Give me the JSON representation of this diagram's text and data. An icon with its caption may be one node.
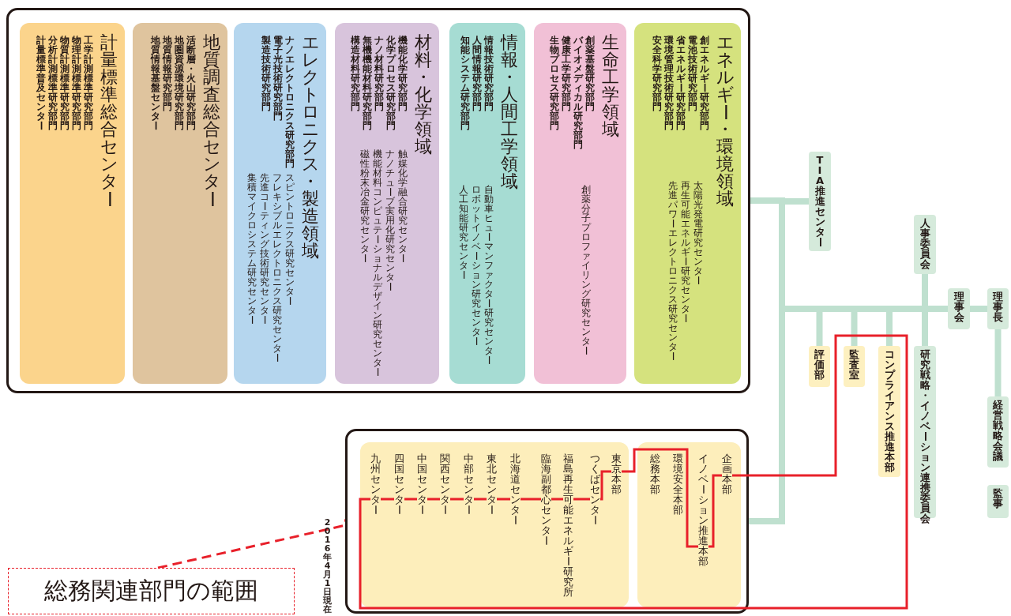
{
  "diagram": {
    "nodes": [
      {
        "text": [],
        "shape": "box"
      },
      {
        "text": [
          "エネルギー・環境領域",
          "創エネルギー研究部門",
          "電池技術研究部門",
          "省エネルギー研究部門",
          "環境管理技術研究部門",
          "安全科学研究部門",
          "太陽光発電研究センター",
          "再生可能エネルギー研究センター",
          "先進パワーエレクトロニクス研究センター"
        ],
        "in": 0
      },
      {
        "text": [
          "生命工学領域",
          "創薬基盤研究部門",
          "バイオメディカル研究部門",
          "健康工学研究部門",
          "生物プロセス研究部門",
          "創薬分子プロファイリング研究センター"
        ],
        "in": 0
      },
      {
        "text": [
          "情報・人間工学領域",
          "情報技術研究部門",
          "人間情報研究部門",
          "知能システム研究部門",
          "自動車ヒューマンファクター研究センター",
          "ロボットイノベーション研究センター",
          "人工知能研究センター"
        ],
        "in": 0
      },
      {
        "text": [
          "材料・化学領域",
          "機能化学研究部門",
          "化学プロセス研究部門",
          "ナノ材料研究部門",
          "無機機能材料研究部門",
          "構造材料研究部門",
          "触媒化学融合研究センター",
          "ナノチューブ実用化研究センター",
          "機能材料コンピュテーショナルデザイン研究センター",
          "磁性粉末冶金研究センター"
        ],
        "in": 0
      },
      {
        "text": [
          "エレクトロニクス・製造領域",
          "ナノエレクトロニクス研究部門",
          "電子光技術研究部門",
          "製造技術研究部門",
          "スピントロニクス研究センター",
          "フレキシブルエレクトロニクス研究センター",
          "先進コーティング技術研究センター",
          "集積マイクロシステム研究センター"
        ],
        "in": 0
      },
      {
        "text": [
          "地質調査総合センター",
          "活断層・火山研究部門",
          "地圏資源環境研究部門",
          "地質情報研究部門",
          "地質情報基盤センター"
        ],
        "in": 0
      },
      {
        "text": [
          "計量標準総合センター",
          "工学計測標準研究部門",
          "物理計測標準研究部門",
          "物質計測標準研究部門",
          "分析計測標準研究部門",
          "計量標準普及センター"
        ],
        "in": 0
      },
      {
        "text": [
          "TIA推進センター"
        ]
      },
      {
        "text": [
          "人事委員会"
        ]
      },
      {
        "text": [
          "理事会"
        ]
      },
      {
        "text": [
          "理事長"
        ]
      },
      {
        "text": [
          "評価部"
        ]
      },
      {
        "text": [
          "監査室"
        ]
      },
      {
        "text": [
          "コンプライアンス推進本部"
        ]
      },
      {
        "text": [
          "研究戦略・イノベーション連携委員会"
        ]
      },
      {
        "text": [
          "経営戦略会議"
        ]
      },
      {
        "text": [
          "監事"
        ]
      },
      {
        "text": [],
        "shape": "box"
      },
      {
        "text": [
          "企画本部",
          "イノベーション推進本部",
          "環境安全本部",
          "総務本部"
        ],
        "in": 18
      },
      {
        "text": [
          "東京本部",
          "つくばセンター",
          "福島再生可能エネルギー研究所",
          "臨海副都心センター",
          "北海道センター",
          "東北センター",
          "中部センター",
          "関西センター",
          "中国センター",
          "四国センター",
          "九州センター"
        ],
        "in": 18
      },
      {
        "text": [
          "総務関連部門の範囲"
        ]
      }
    ],
    "edges": [
      {
        "from": 11,
        "to": 10,
        "arrow": "none"
      },
      {
        "from": 11,
        "to": 16,
        "arrow": "none"
      },
      {
        "from": 10,
        "to": 9,
        "arrow": "none"
      },
      {
        "from": 10,
        "to": 15,
        "arrow": "none"
      },
      {
        "from": 10,
        "to": 14,
        "arrow": "none"
      },
      {
        "from": 10,
        "to": 13,
        "arrow": "none"
      },
      {
        "from": 10,
        "to": 12,
        "arrow": "none"
      },
      {
        "from": 10,
        "to": 8,
        "arrow": "none"
      },
      {
        "from": 10,
        "to": 0,
        "arrow": "none"
      },
      {
        "from": 10,
        "to": 18,
        "arrow": "none"
      },
      {
        "from": 21,
        "to": 20,
        "arrow": "to",
        "style": "dashed",
        "color": "#e8202a"
      }
    ],
    "labels": [
      "2016年4月1日現在"
    ]
  }
}
